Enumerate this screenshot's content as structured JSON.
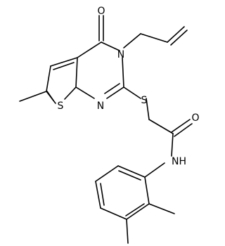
{
  "molecule": {
    "atom_labels": {
      "oxygen_ketone": "O",
      "nitrogen_ring_3": "N",
      "sulfur_thiophene": "S",
      "nitrogen_ring_1": "N",
      "sulfur_thioether": "S",
      "oxygen_amide": "O",
      "nitrogen_amide": "NH"
    },
    "colors": {
      "bond": "#000000",
      "label": "#000000",
      "background": "#ffffff"
    }
  }
}
